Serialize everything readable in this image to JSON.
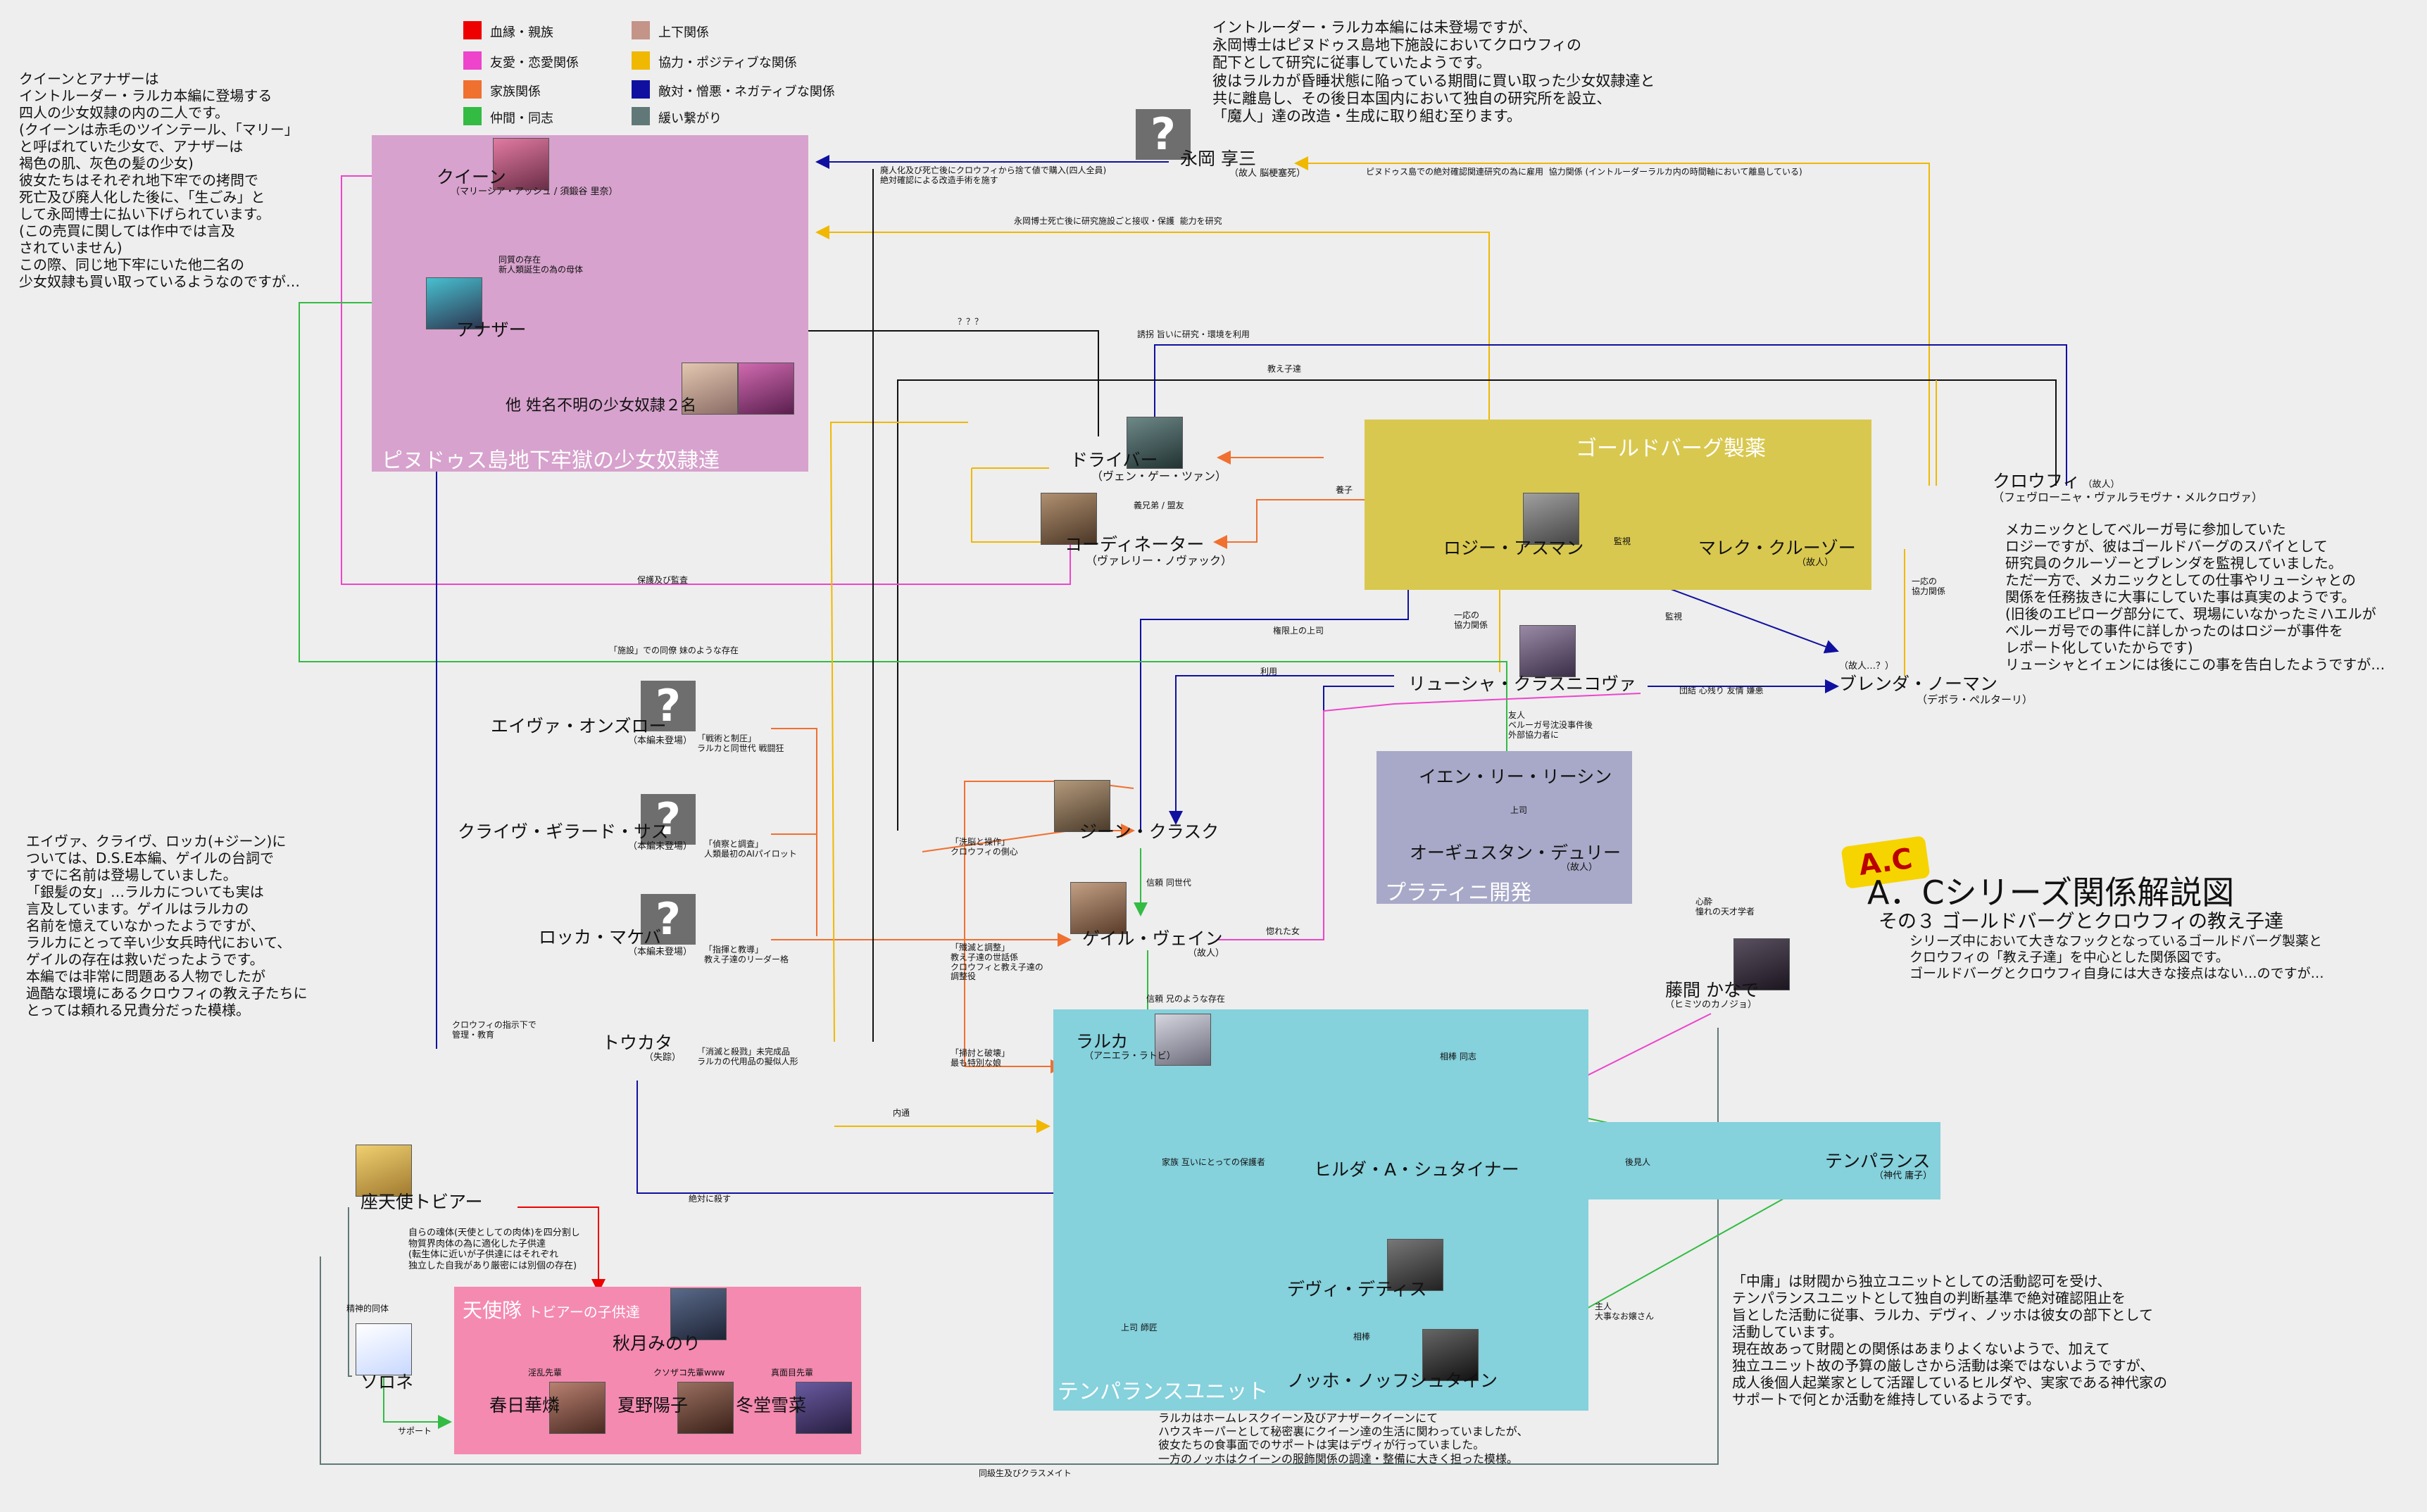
{
  "legend": [
    {
      "label": "血縁・親族",
      "color": "#ee0000"
    },
    {
      "label": "友愛・恋愛関係",
      "color": "#ee44cc"
    },
    {
      "label": "家族関係",
      "color": "#f07030"
    },
    {
      "label": "仲間・同志",
      "color": "#33bb44"
    },
    {
      "label": "上下関係",
      "color": "#c49488"
    },
    {
      "label": "協力・ポジティブな関係",
      "color": "#f0b800"
    },
    {
      "label": "敵対・憎悪・ネガティブな関係",
      "color": "#1010a0"
    },
    {
      "label": "緩い繋がり",
      "color": "#607878"
    }
  ],
  "title": {
    "logo": "A.C",
    "main": "A．Cシリーズ関係解説図",
    "sub": "その３ ゴールドバーグとクロウフィの教え子達",
    "desc": "シリーズ中において大きなフックとなっているゴールドバーグ製薬と\nクロウフィの「教え子達」を中心とした関係図です。\nゴールドバーグとクロウフィ自身には大きな接点はない…のですが…"
  },
  "regions": {
    "pignus": "ピヌドゥス島地下牢獄の少女奴隷達",
    "goldberg": "ゴールドバーグ製薬",
    "platina": "プラティニ開発",
    "tenpa": "テンパランスユニット",
    "angels": "天使隊",
    "angels_sub": "トビアーの子供達"
  },
  "nodes": {
    "queen": {
      "name": "クイーン",
      "sub": "（マリーシア・アッシュ / 須鍛谷 里奈）"
    },
    "another": {
      "name": "アナザー",
      "sub": ""
    },
    "others": {
      "name": "他 姓名不明の少女奴隷２名",
      "sub": ""
    },
    "nagaoka": {
      "name": "永岡 享三",
      "sub": "（故人 脳梗塞死）"
    },
    "driver": {
      "name": "ドライバー",
      "sub": "（ヴェン・ゲー・ツァン）"
    },
    "coordinator": {
      "name": "コーディネーター",
      "sub": "（ヴァレリー・ノヴァック）"
    },
    "rosie": {
      "name": "ロジー・アスマン",
      "sub": ""
    },
    "marek": {
      "name": "マレク・クルーゾー",
      "sub": "（故人）"
    },
    "crowfy": {
      "name": "クロウフィ",
      "sub": "（フェヴローニャ・ヴァルラモヴナ・メルクロヴァ）",
      "tag": "（故人）"
    },
    "lucia": {
      "name": "リューシャ・クラスニコヴァ",
      "sub": ""
    },
    "brenda": {
      "name": "ブレンダ・ノーマン",
      "sub": "（デボラ・ペルターリ）",
      "tag": "（故人…？）"
    },
    "yen": {
      "name": "イエン・リー・リーシン",
      "sub": ""
    },
    "auguste": {
      "name": "オーギュスタン・デュリー",
      "sub": "（故人）"
    },
    "eva": {
      "name": "エイヴァ・オンズロー",
      "sub": "（本編未登場）"
    },
    "clive": {
      "name": "クライヴ・ギラード・サス",
      "sub": "（本編未登場）"
    },
    "rocca": {
      "name": "ロッカ・マケバ",
      "sub": "（本編未登場）"
    },
    "jean": {
      "name": "ジーン・クラスク",
      "sub": ""
    },
    "gale": {
      "name": "ゲイル・ヴェイン",
      "sub": "（故人）"
    },
    "tokata": {
      "name": "トウカタ",
      "sub": "（失踪）"
    },
    "raruka": {
      "name": "ラルカ",
      "sub": "（アニエラ・ラトビ）"
    },
    "hilda": {
      "name": "ヒルダ・A・シュタイナー",
      "sub": ""
    },
    "tempa": {
      "name": "テンパランス",
      "sub": "（神代 庸子）"
    },
    "kanade": {
      "name": "藤間 かなで",
      "sub": "（ヒミツのカノジョ）"
    },
    "devi": {
      "name": "デヴィ・デティス",
      "sub": ""
    },
    "nocco": {
      "name": "ノッホ・ノッフシュタイン",
      "sub": ""
    },
    "tobia": {
      "name": "座天使トビアー",
      "sub": ""
    },
    "sorone": {
      "name": "ソロネ",
      "sub": ""
    },
    "minori": {
      "name": "秋月みのり",
      "sub": ""
    },
    "kaede": {
      "name": "春日華燐",
      "sub": ""
    },
    "youko": {
      "name": "夏野陽子",
      "sub": ""
    },
    "yukina": {
      "name": "冬堂雪菜",
      "sub": ""
    }
  },
  "notes": {
    "top_left": "クイーンとアナザーは\nイントルーダー・ラルカ本編に登場する\n四人の少女奴隷の内の二人です。\n(クイーンは赤毛のツインテール、「マリー」\nと呼ばれていた少女で、アナザーは\n褐色の肌、灰色の髪の少女)\n彼女たちはそれぞれ地下牢での拷問で\n死亡及び廃人化した後に、「生ごみ」と\nして永岡博士に払い下げられています。\n(この売買に関しては作中では言及\nされていません)\nこの際、同じ地下牢にいた他二名の\n少女奴隷も買い取っているようなのですが…",
    "top_center": "イントルーダー・ラルカ本編には未登場ですが、\n永岡博士はピヌドゥス島地下施設においてクロウフィの\n配下として研究に従事していたようです。\n彼はラルカが昏睡状態に陥っている期間に買い取った少女奴隷達と\n共に離島し、その後日本国内において独自の研究所を設立、\n「魔人」達の改造・生成に取り組む至ります。",
    "right_mid": "メカニックとしてベルーガ号に参加していた\nロジーですが、彼はゴールドバーグのスパイとして\n研究員のクルーゾーとブレンダを監視していました。\nただ一方で、メカニックとしての仕事やリューシャとの\n関係を任務抜きに大事にしていた事は真実のようです。\n(旧後のエピローグ部分にて、現場にいなかったミハエルが\nベルーガ号での事件に詳しかったのはロジーが事件を\nレポート化していたからです)\nリューシャとイェンには後にこの事を告白したようですが…",
    "left_mid": "エイヴァ、クライヴ、ロッカ(+ジーン)に\nついては、D.S.E本編、ゲイルの台詞で\nすでに名前は登場していました。\n「銀髪の女」…ラルカについても実は\n言及しています。ゲイルはラルカの\n名前を憶えていなかったようですが、\nラルカにとって辛い少女兵時代において、\nゲイルの存在は救いだったようです。\n本編では非常に問題ある人物でしたが\n過酷な環境にあるクロウフィの教え子たちに\nとっては頼れる兄貴分だった模様。",
    "bottom_right": "「中庸」は財閥から独立ユニットとしての活動認可を受け、\nテンパランスユニットとして独自の判断基準で絶対確認阻止を\n旨とした活動に従事、ラルカ、デヴィ、ノッホは彼女の部下として\n活動しています。\n現在故あって財閥との関係はあまりよくないようで、加えて\n独立ユニット故の予算の厳しさから活動は楽ではないようですが、\n成人後個人起業家として活躍しているヒルダや、実家である神代家の\nサポートで何とか活動を維持しているようです。",
    "bottom_center": "ラルカはホームレスクイーン及びアナザークイーンにて\nハウスキーパーとして秘密裏にクイーン達の生活に関わっていましたが、\n彼女たちの食事面でのサポートは実はデヴィが行っていました。\n一方のノッホはクイーンの服飾関係の調達・整備に大きく担った模様。",
    "tobia_note": "自らの魂体(天使としての肉体)を四分割し\n物質界肉体の為に適化した子供達\n(転生体に近いが子供達にはそれぞれ\n独立した自我があり厳密には別個の存在)"
  },
  "edges": {
    "e1": "廃人化及び死亡後にクロウフィから捨て値で購入(四人全員)\n絶対確認による改造手術を施す",
    "e2": "ピヌドゥス島での絶対確認関連研究の為に雇用  協力関係 (イントルーダーラルカ内の時間軸において離島している)",
    "e3": "永岡博士死亡後に研究施設ごと接収・保護  能力を研究",
    "e4": "同質の存在\n新人類誕生の為の母体",
    "e5": "？？？",
    "e6": "誘拐 旨いに研究・環境を利用",
    "e7": "教え子達",
    "e8": "義兄弟 / 盟友",
    "e9": "養子",
    "e10": "監視",
    "e11": "監視",
    "e12": "一応の\n協力関係",
    "e13": "一応の\n協力関係",
    "e14": "権限上の上司",
    "e15": "利用",
    "e16": "団結 心残り 友情 嫌悪",
    "e17": "友人\nベルーガ号沈没事件後\n外部協力者に",
    "e18": "上司",
    "e19": "保護及び監査",
    "e20": "「施設」での同僚 妹のような存在",
    "e21": "「戦術と制圧」\nラルカと同世代 戦闘狂",
    "e22": "「偵察と調査」\n人類最初のAIパイロット",
    "e23": "「指揮と教導」\n教え子達のリーダー格",
    "e24": "「洗脳と操作」\nクロウフィの側心",
    "e25": "信頼 同世代",
    "e26": "「殲滅と調整」\n教え子達の世話係\nクロウフィと教え子達の\n調整役",
    "e27": "信頼 兄のような存在",
    "e28": "惚れた女",
    "e29": "クロウフィの指示下で\n管理・教育",
    "e30": "「消滅と殺戮」未完成品\nラルカの代用品の擬似人形",
    "e31": "「掃討と破壊」\n最も特別な娘",
    "e32": "内通",
    "e33": "絶対に殺す",
    "e34": "家族 互いにとっての保護者",
    "e35": "相棒 同志",
    "e36": "後見人",
    "e37": "心酔\n憧れの天才学者",
    "e38": "上司 師匠",
    "e39": "相棒",
    "e40": "主人\n大事なお嬢さん",
    "e41": "精神的同体",
    "e42": "サポート",
    "e43": "淫乱先輩",
    "e44": "クソザコ先輩www",
    "e45": "真面目先輩",
    "e46": "同級生及びクラスメイト"
  }
}
